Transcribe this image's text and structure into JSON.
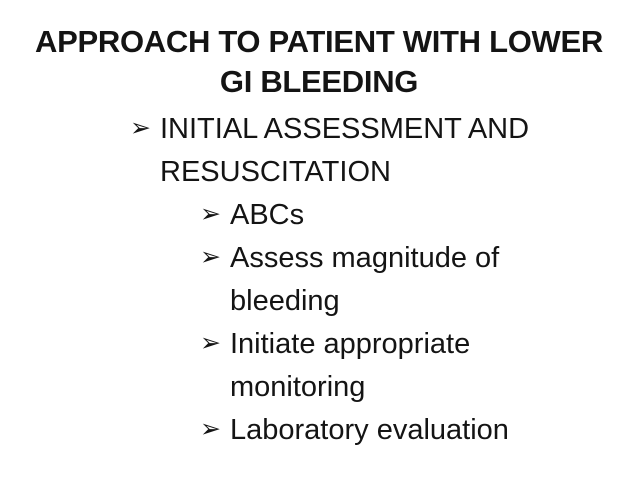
{
  "slide": {
    "title": "APPROACH TO PATIENT WITH LOWER\nGI BLEEDING",
    "bullet_glyph": "➢",
    "colors": {
      "background": "#ffffff",
      "text": "#141414"
    },
    "bullets": [
      {
        "level": 1,
        "text": "INITIAL ASSESSMENT AND\nRESUSCITATION"
      },
      {
        "level": 2,
        "text": "ABCs"
      },
      {
        "level": 2,
        "text": "Assess magnitude of\nbleeding"
      },
      {
        "level": 2,
        "text": "Initiate appropriate\nmonitoring"
      },
      {
        "level": 2,
        "text": "Laboratory evaluation"
      }
    ]
  }
}
